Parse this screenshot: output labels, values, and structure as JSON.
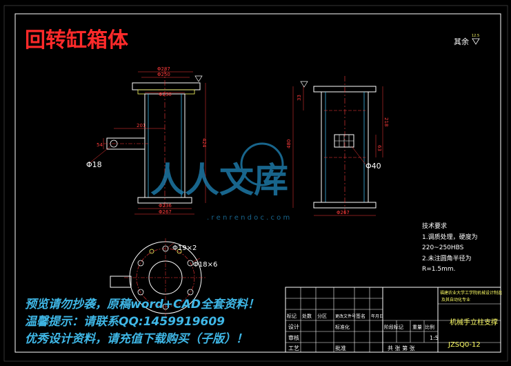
{
  "drawing_title": "回转缸箱体",
  "surface_note": "其余",
  "surface_value": "12.5",
  "dimensions": {
    "top_width": "Φ287",
    "flange_inner": "Φ250",
    "body_width": "Φ230",
    "inlet_offset": "201",
    "inlet_dia": "Φ18",
    "inlet_height": "54",
    "total_height": "424",
    "bottom_outer": "Φ236",
    "bottom_base": "Φ267",
    "side_top": "33",
    "side_total": "480",
    "side_right": "218",
    "side_small": "63",
    "port_dia": "Φ40",
    "side_bottom": "Φ267",
    "bolt_holes_top": "Φ19×2",
    "bolt_holes_main": "Φ18×6"
  },
  "tech_requirements": {
    "heading": "技术要求",
    "line1": "1.调质处理，硬度为",
    "line2": "220~250HBS",
    "line3": "2.未注圆角半径为",
    "line4": "R=1.5mm."
  },
  "title_block": {
    "school": "福建农业大学工学院机械设计制造",
    "school2": "及其自动化专业",
    "part_name": "机械手立柱支撑",
    "drawing_no": "JZSQ0-12",
    "scale": "1:5",
    "row_labels": [
      "标记",
      "处数",
      "分区",
      "更改文件号",
      "签名",
      "年月日"
    ],
    "design": "设计",
    "standardize": "标准化",
    "review": "审核",
    "process": "工艺",
    "approve": "批准",
    "stage_headers": [
      "阶段标记",
      "重量",
      "比例"
    ],
    "sheets": "共 张 第 张"
  },
  "watermark": {
    "brand": "人人文库",
    "url": ". r e n r e n d o c . c o m"
  },
  "promo": {
    "line1": "预览请勿抄袭，原稿word+CAD全套资料！",
    "line2": "温馨提示：请联系QQ:1459919609",
    "line3": "优秀设计资料，请充值下载购买（子版）！"
  }
}
